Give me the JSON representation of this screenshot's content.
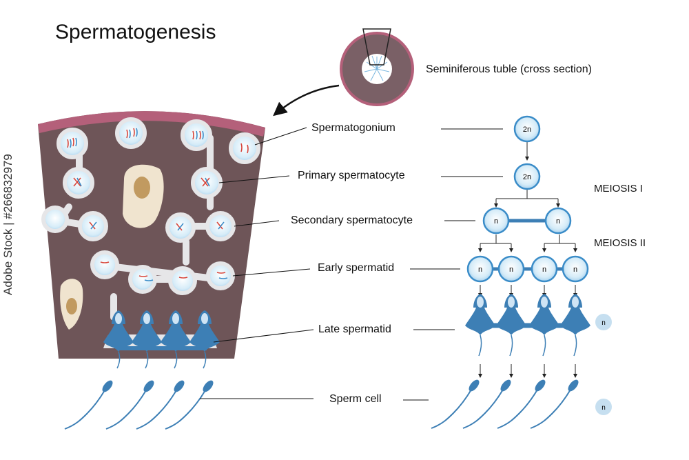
{
  "title": "Spermatogenesis",
  "labels": {
    "cross_section": "Seminiferous tuble (cross section)",
    "spermatogonium": "Spermatogonium",
    "primary": "Primary spermatocyte",
    "secondary": "Secondary spermatocyte",
    "early": "Early spermatid",
    "late": "Late spermatid",
    "sperm": "Sperm cell"
  },
  "phases": {
    "meiosis1": "MEIOSIS I",
    "meiosis2": "MEIOSIS II"
  },
  "ploidy": {
    "diploid": "2n",
    "haploid": "n"
  },
  "watermark": "Adobe Stock | #266832979",
  "colors": {
    "tissue": "#6e5558",
    "membrane": "#b4607a",
    "cell_fill": "#d6ecf8",
    "cell_stroke": "#3a8cc8",
    "cytoplasm": "#e6e6e8",
    "sertoli": "#f0e4cf",
    "sertoli_nucleus": "#c19a60",
    "sperm": "#3d7fb5",
    "haploid_badge": "#c6dff0"
  }
}
